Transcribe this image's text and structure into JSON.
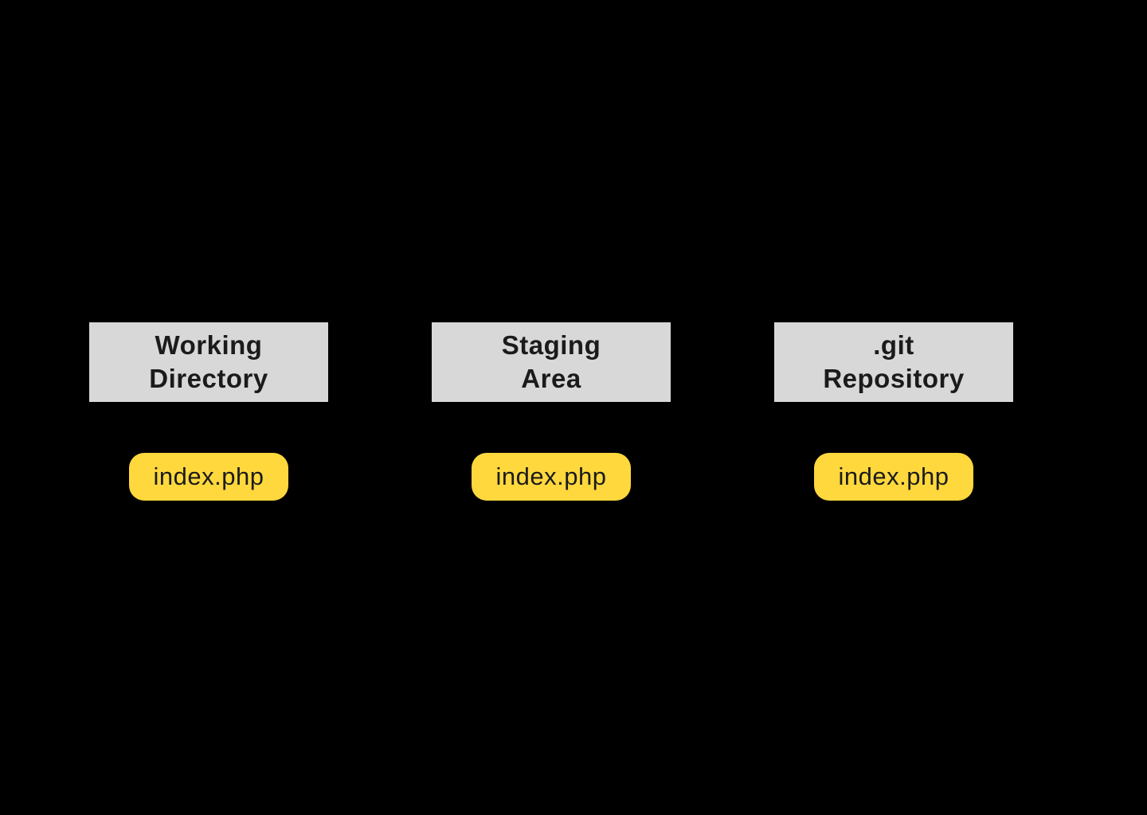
{
  "diagram": {
    "background_color": "#000000",
    "stage_box_color": "#d8d8d8",
    "file_pill_color": "#ffd83d",
    "text_color": "#1b1b1b",
    "columns": [
      {
        "id": "working-directory",
        "title_line1": "Working",
        "title_line2": "Directory",
        "file": "index.php"
      },
      {
        "id": "staging-area",
        "title_line1": "Staging",
        "title_line2": "Area",
        "file": "index.php"
      },
      {
        "id": "git-repository",
        "title_line1": ".git",
        "title_line2": "Repository",
        "file": "index.php"
      }
    ]
  }
}
